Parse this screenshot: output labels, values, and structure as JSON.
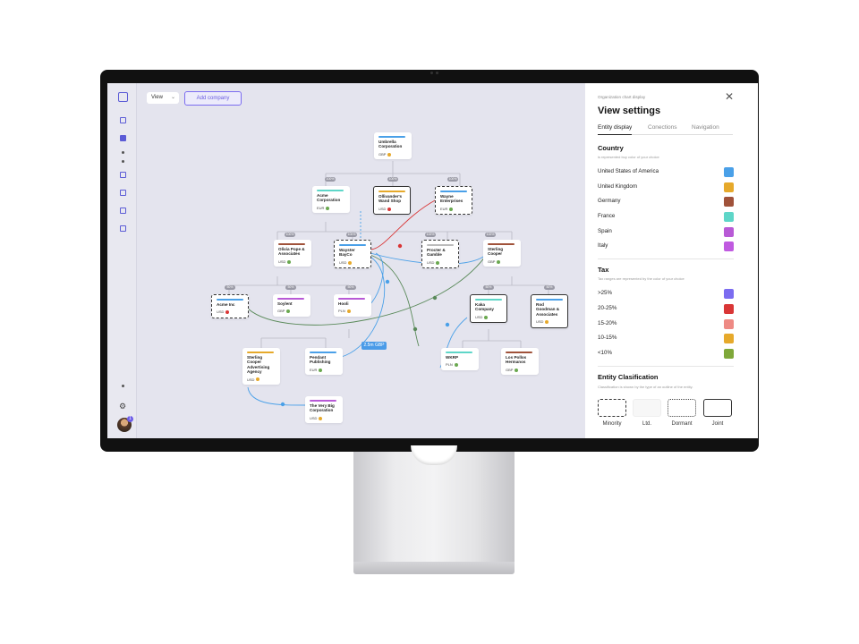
{
  "toolbar": {
    "view_label": "View",
    "add_company_label": "Add company"
  },
  "edge_label": "2.5m GBP",
  "nodes": {
    "umbrella": {
      "name": "Umbrella Corporation",
      "currency": "GBP",
      "bar": "#4aa0e8",
      "dot": "#e6a92b"
    },
    "acme": {
      "name": "Acme Corporation",
      "currency": "EUR",
      "bar": "#5ed6c8",
      "dot": "#6aa84f"
    },
    "ollivander": {
      "name": "Ollivander's Wand Shop",
      "currency": "USD",
      "bar": "#e6a92b",
      "dot": "#d93636"
    },
    "wayne": {
      "name": "Wayne Enterprises",
      "currency": "EUR",
      "bar": "#4aa0e8",
      "dot": "#6aa84f"
    },
    "olivia": {
      "name": "Olivia Pope & Associates",
      "currency": "USD",
      "bar": "#a0523a",
      "dot": "#6aa84f"
    },
    "wayster": {
      "name": "Wayster BayCo",
      "currency": "USD",
      "bar": "#4aa0e8",
      "dot": "#e6a92b"
    },
    "procter": {
      "name": "Procter & Gamble",
      "currency": "USD",
      "bar": "#bbbbbb",
      "dot": "#6aa84f"
    },
    "sterling_top": {
      "name": "Sterling Cooper",
      "currency": "GBP",
      "bar": "#a0523a",
      "dot": "#6aa84f"
    },
    "acme_inc": {
      "name": "Acme Inc",
      "currency": "USD",
      "bar": "#4aa0e8",
      "dot": "#d93636"
    },
    "soylent": {
      "name": "Soylent",
      "currency": "GBP",
      "bar": "#b85ad6",
      "dot": "#6aa84f"
    },
    "hooli": {
      "name": "Hooli",
      "currency": "PLN",
      "bar": "#b85ad6",
      "dot": "#e6a92b"
    },
    "kaka": {
      "name": "Kaka Company",
      "currency": "USD",
      "bar": "#5ed6c8",
      "dot": "#6aa84f"
    },
    "rod": {
      "name": "Rod Goodman & Associates",
      "currency": "USD",
      "bar": "#4aa0e8",
      "dot": "#e6a92b"
    },
    "sterling_adv": {
      "name": "Sterling Cooper Advertising Agency",
      "currency": "USD",
      "bar": "#e6a92b",
      "dot": "#e6a92b"
    },
    "pendant": {
      "name": "Pendant Publishing",
      "currency": "EUR",
      "bar": "#4aa0e8",
      "dot": "#6aa84f"
    },
    "wkrp": {
      "name": "WKRP",
      "currency": "PLN",
      "bar": "#5ed6c8",
      "dot": "#6aa84f"
    },
    "lospollos": {
      "name": "Los Pollos Hermanos",
      "currency": "GBP",
      "bar": "#a0523a",
      "dot": "#6aa84f"
    },
    "verybig": {
      "name": "The Very Big Corporation",
      "currency": "USD",
      "bar": "#b85ad6",
      "dot": "#e6a92b"
    }
  },
  "panel": {
    "supertitle": "Organization chart display",
    "title": "View settings",
    "tabs": [
      "Entity display",
      "Conections",
      "Navigation"
    ],
    "country": {
      "title": "Country",
      "subtitle": "is represented buy color of your choice",
      "items": [
        {
          "label": "United States of America",
          "color": "#4aa0e8"
        },
        {
          "label": "United Kingdom",
          "color": "#e6a92b"
        },
        {
          "label": "Germany",
          "color": "#a0523a"
        },
        {
          "label": "France",
          "color": "#5ed6c8"
        },
        {
          "label": "Spain",
          "color": "#b85ad6"
        },
        {
          "label": "Italy",
          "color": "#c05ae0"
        }
      ]
    },
    "tax": {
      "title": "Tax",
      "subtitle": "Tax ranges are represented by the color of your choice",
      "items": [
        {
          "label": ">25%",
          "color": "#7b6cf0"
        },
        {
          "label": "20-25%",
          "color": "#d93636"
        },
        {
          "label": "15-20%",
          "color": "#ee8a84"
        },
        {
          "label": "10-15%",
          "color": "#e6a92b"
        },
        {
          "label": "<10%",
          "color": "#7fa83a"
        }
      ]
    },
    "classification": {
      "title": "Entity Clasification",
      "subtitle": "Classification is shown by the type of an outline of the entity.",
      "items": [
        "Minority",
        "Ltd.",
        "Dormant",
        "Joint"
      ]
    }
  }
}
